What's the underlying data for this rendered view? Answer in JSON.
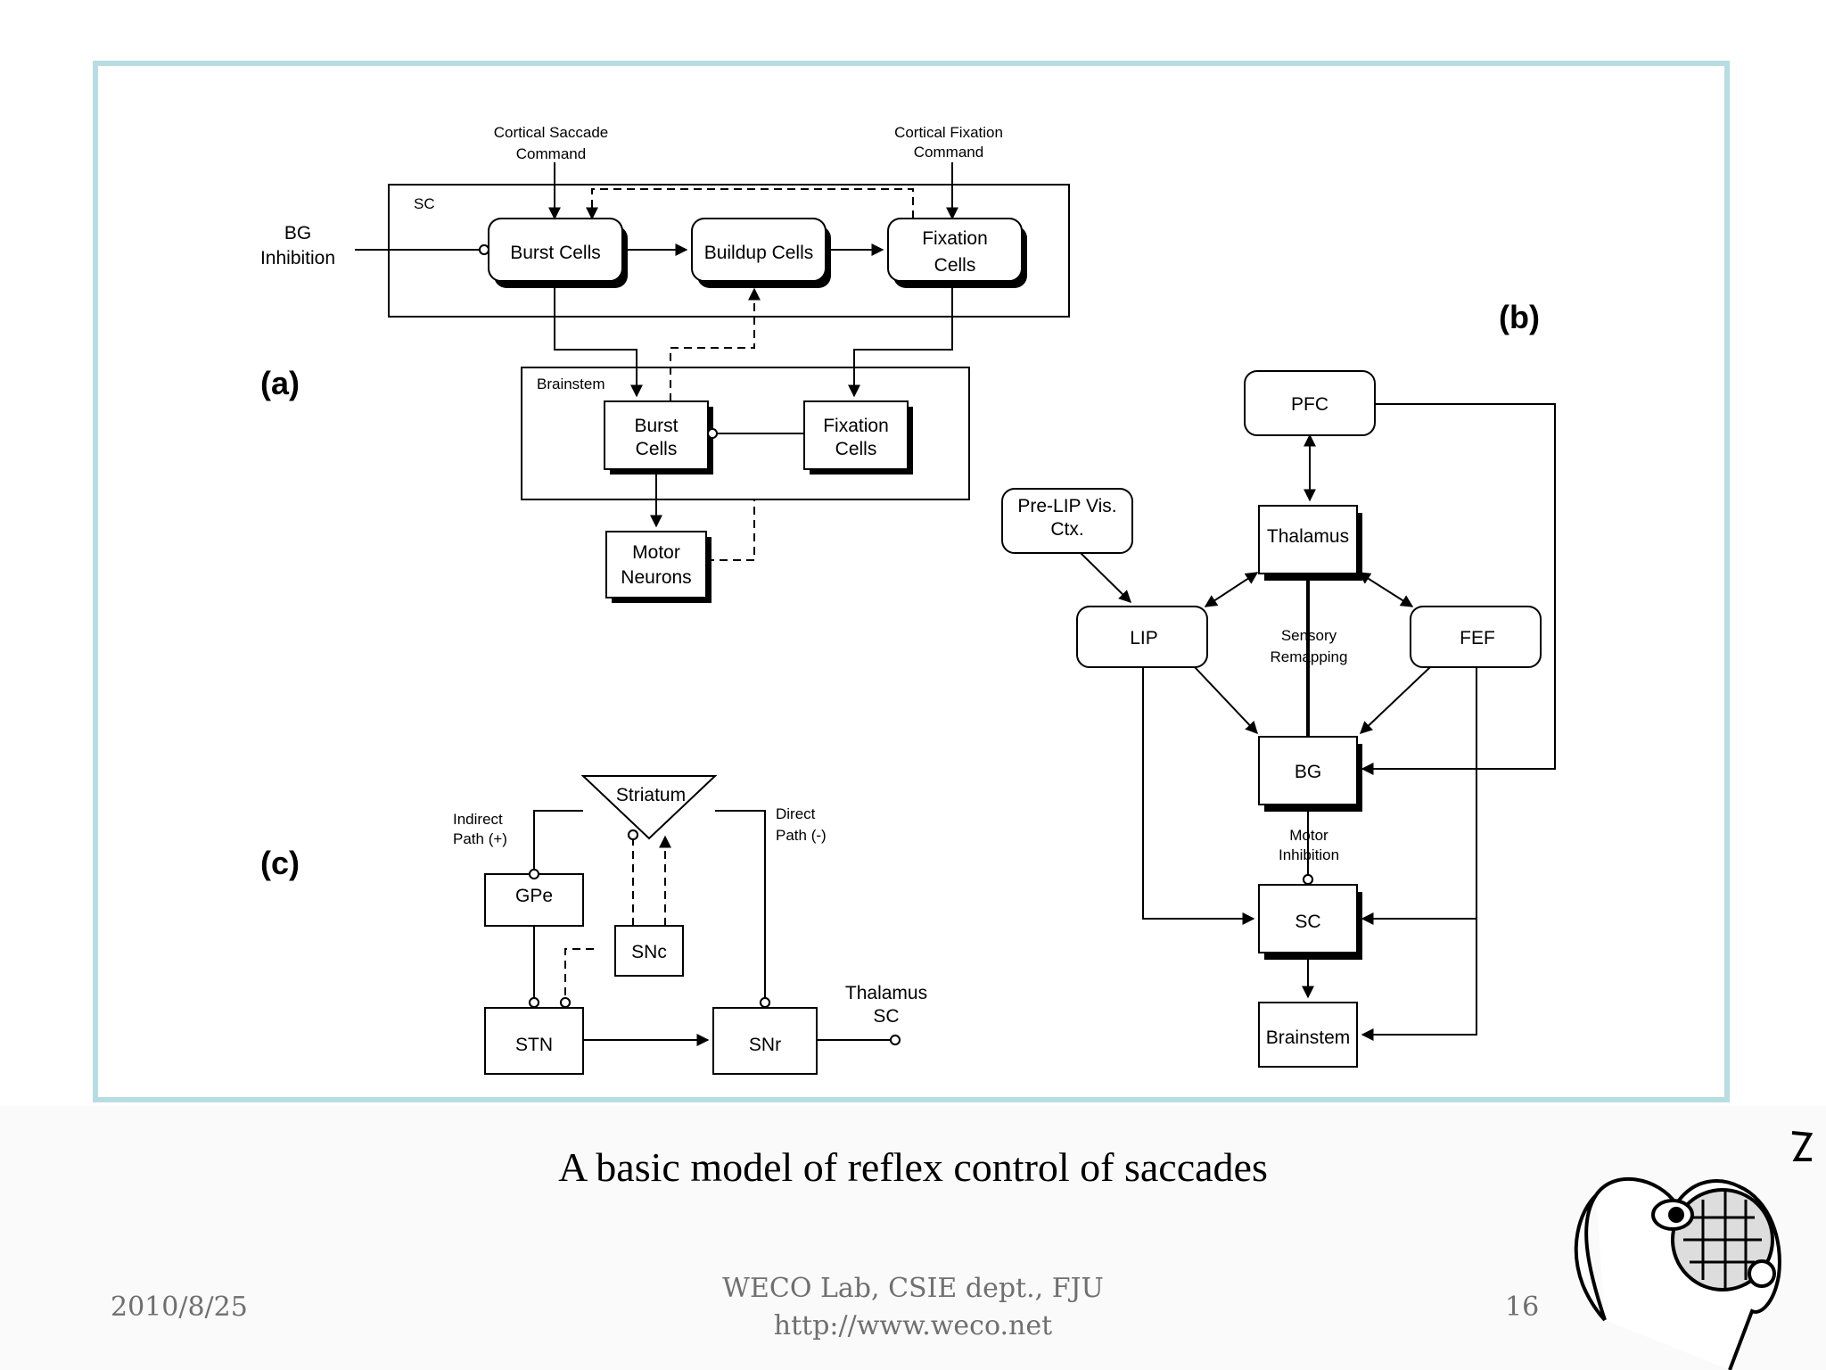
{
  "diagram": {
    "panel_labels": {
      "a": "(a)",
      "b": "(b)",
      "c": "(c)"
    },
    "panel_a": {
      "cortical_saccade_command": [
        "Cortical Saccade",
        "Command"
      ],
      "cortical_fixation_command": [
        "Cortical Fixation",
        "Command"
      ],
      "sc_label": "SC",
      "bg_inhibition": [
        "BG",
        "Inhibition"
      ],
      "burst_cells": "Burst Cells",
      "buildup_cells": "Buildup Cells",
      "fixation_cells": [
        "Fixation",
        "Cells"
      ],
      "brainstem_label": "Brainstem",
      "brainstem_burst_cells": [
        "Burst",
        "Cells"
      ],
      "brainstem_fixation_cells": [
        "Fixation",
        "Cells"
      ],
      "motor_neurons": [
        "Motor",
        "Neurons"
      ]
    },
    "panel_b": {
      "pfc": "PFC",
      "pre_lip": [
        "Pre-LIP Vis.",
        "Ctx."
      ],
      "thalamus": "Thalamus",
      "lip": "LIP",
      "fef": "FEF",
      "sensory_remapping": [
        "Sensory",
        "Remapping"
      ],
      "bg": "BG",
      "motor_inhibition": [
        "Motor",
        "Inhibition"
      ],
      "sc": "SC",
      "brainstem": "Brainstem"
    },
    "panel_c": {
      "striatum": "Striatum",
      "indirect_path": [
        "Indirect",
        "Path (+)"
      ],
      "direct_path": [
        "Direct",
        "Path (-)"
      ],
      "gpe": "GPe",
      "snc": "SNc",
      "stn": "STN",
      "snr": "SNr",
      "thalamus_sc": [
        "Thalamus",
        "SC"
      ]
    }
  },
  "caption": "A basic model of reflex control of saccades",
  "footer": {
    "date": "2010/8/25",
    "lab_line1": "WECO Lab, CSIE dept., FJU",
    "lab_line2": "http://www.weco.net",
    "page_number": "16"
  },
  "colors": {
    "frame_border": "#b7dde3",
    "footer_text": "#6f6f6f"
  },
  "icons": {
    "mascot": "mascot-logo-icon"
  }
}
